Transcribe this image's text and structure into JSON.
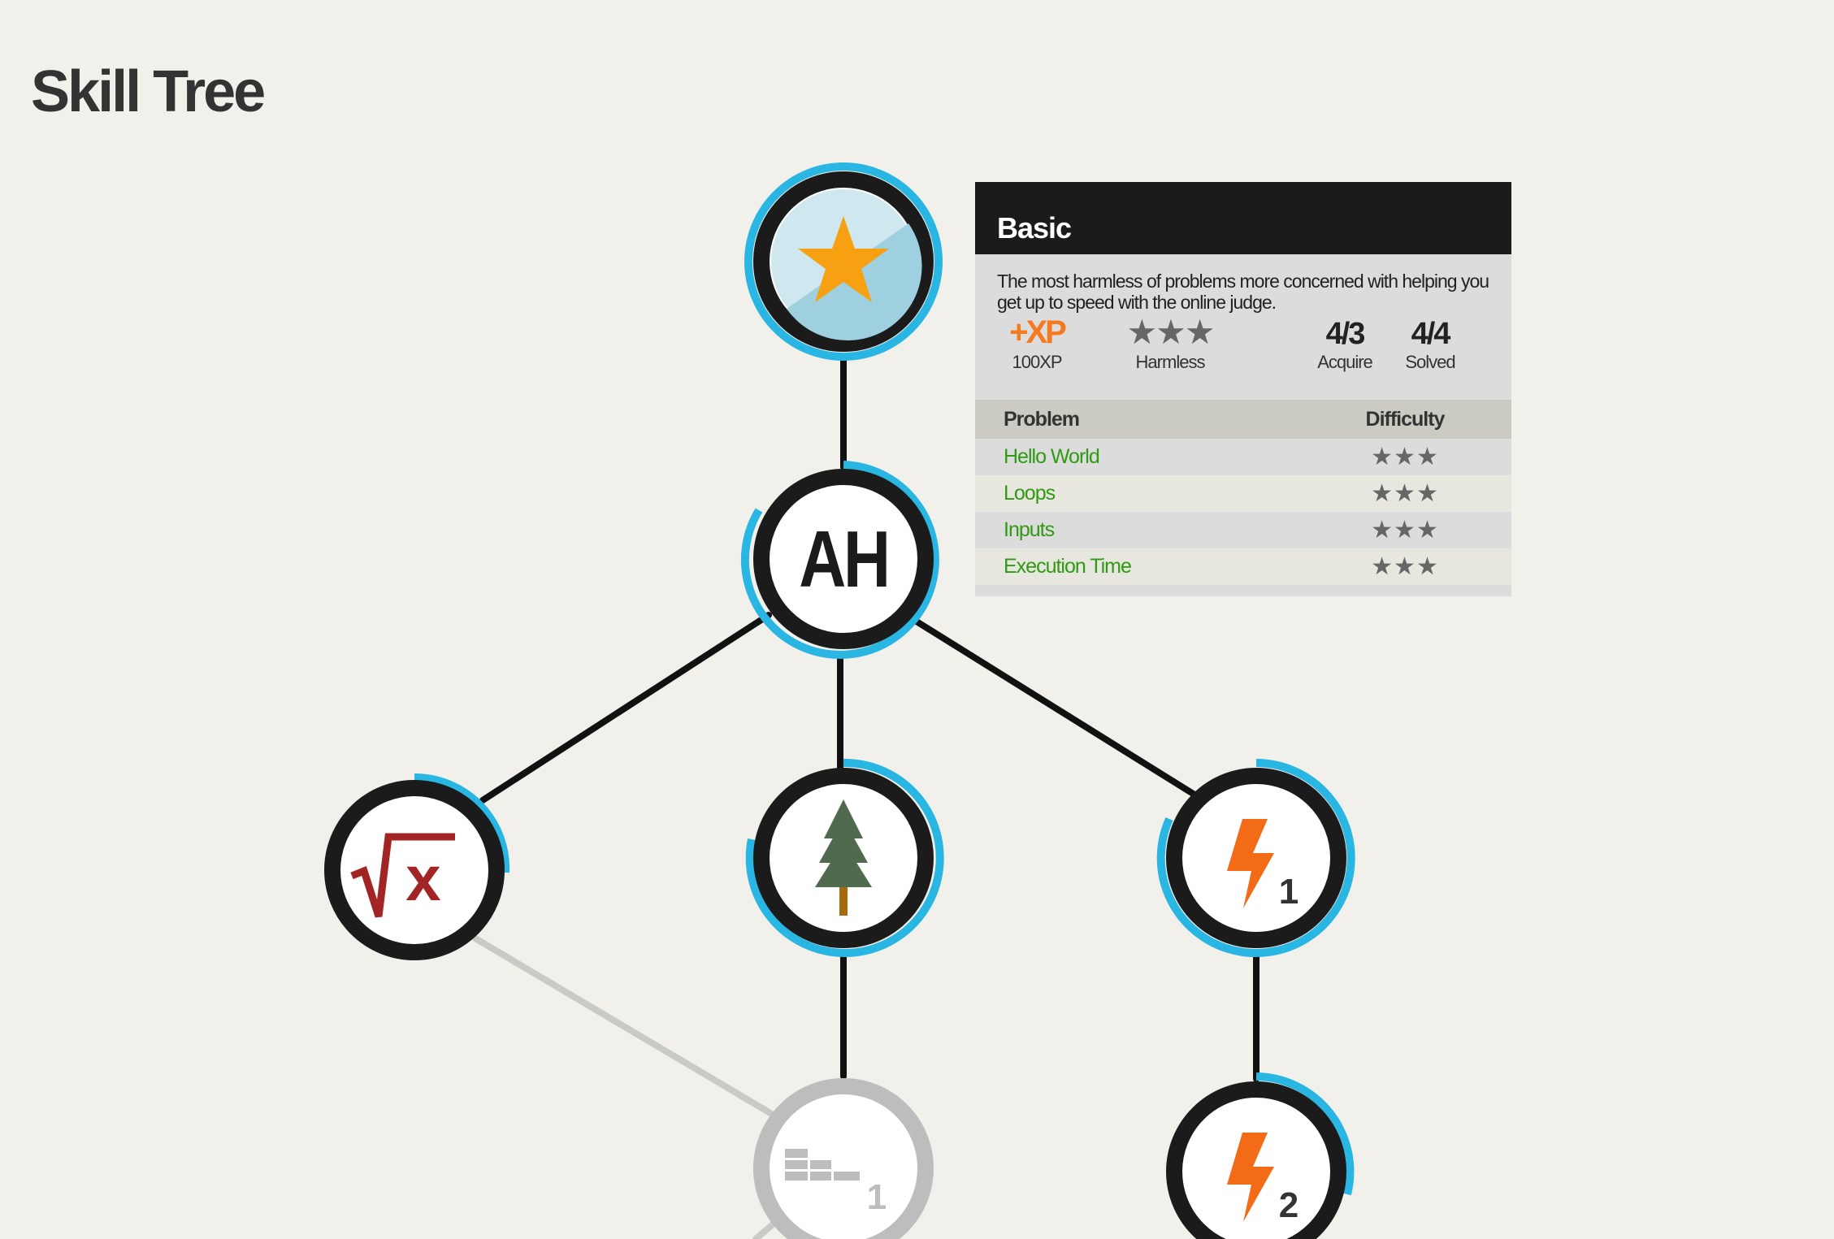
{
  "page": {
    "title": "Skill Tree"
  },
  "nodes": {
    "root": {
      "icon": "star-icon"
    },
    "ah": {
      "label": "AH"
    },
    "math": {
      "icon": "square-root-x-icon"
    },
    "tree": {
      "icon": "pine-tree-icon"
    },
    "bolt1": {
      "icon": "lightning-bolt-icon",
      "level": "1"
    },
    "blocks": {
      "icon": "stacked-blocks-icon",
      "level": "1",
      "state": "locked"
    },
    "bolt2": {
      "icon": "lightning-bolt-icon",
      "level": "2"
    }
  },
  "card": {
    "title": "Basic",
    "description": "The most harmless of problems more concerned with helping you get up to speed with the online judge.",
    "xp_mark": "+XP",
    "xp_value": "100XP",
    "rating_stars": "★★★",
    "rating_label": "Harmless",
    "acquire_value": "4/3",
    "acquire_label": "Acquire",
    "solved_value": "4/4",
    "solved_label": "Solved",
    "table": {
      "headers": [
        "Problem",
        "Difficulty"
      ],
      "rows": [
        {
          "name": "Hello World",
          "difficulty": "★★★"
        },
        {
          "name": "Loops",
          "difficulty": "★★★"
        },
        {
          "name": "Inputs",
          "difficulty": "★★★"
        },
        {
          "name": "Execution Time",
          "difficulty": "★★★"
        }
      ]
    }
  },
  "colors": {
    "background": "#f2f0ea",
    "ring": "#1b1b1b",
    "progress": "#29b6e3",
    "locked": "#bdbdbd",
    "accent_orange": "#f47a20",
    "link_green": "#2f9a12",
    "math_red": "#a32424",
    "tree_green": "#4f6a4e"
  }
}
